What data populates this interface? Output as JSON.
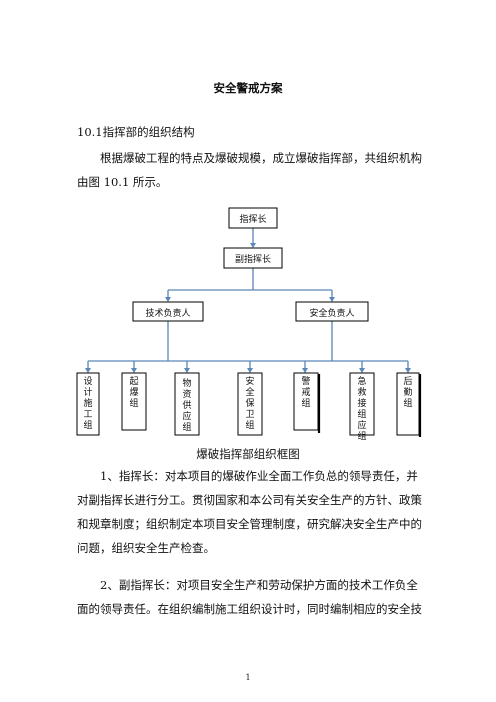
{
  "document": {
    "title": "安全警戒方案",
    "section_heading": "10.1指挥部的组织结构",
    "intro_line1": "根据爆破工程的特点及爆破规模，成立爆破指挥部，共组织机构",
    "intro_line2": "由图 10.1 所示。",
    "org_chart": {
      "top": "指挥长",
      "deputy": "副指挥长",
      "leads": [
        "技术负责人",
        "安全负责人"
      ],
      "groups": [
        "设计施工组",
        "起爆组",
        "物资供应组",
        "安全保卫组",
        "警戒组",
        "急救接组应组",
        "后勤组"
      ]
    },
    "caption": "爆破指挥部组织框图",
    "item1": [
      "1、指挥长：对本项目的爆破作业全面工作负总的领导责任，并",
      "对副指挥长进行分工。贯彻国家和本公司有关安全生产的方针、政策",
      "和规章制度；组织制定本项目安全管理制度，研究解决安全生产中的",
      "问题，组织安全生产检查。"
    ],
    "item2": [
      "2、副指挥长：对项目安全生产和劳动保护方面的技术工作负全",
      "面的领导责任。在组织编制施工组织设计时，同时编制相应的安全技"
    ],
    "page_number": "1"
  }
}
